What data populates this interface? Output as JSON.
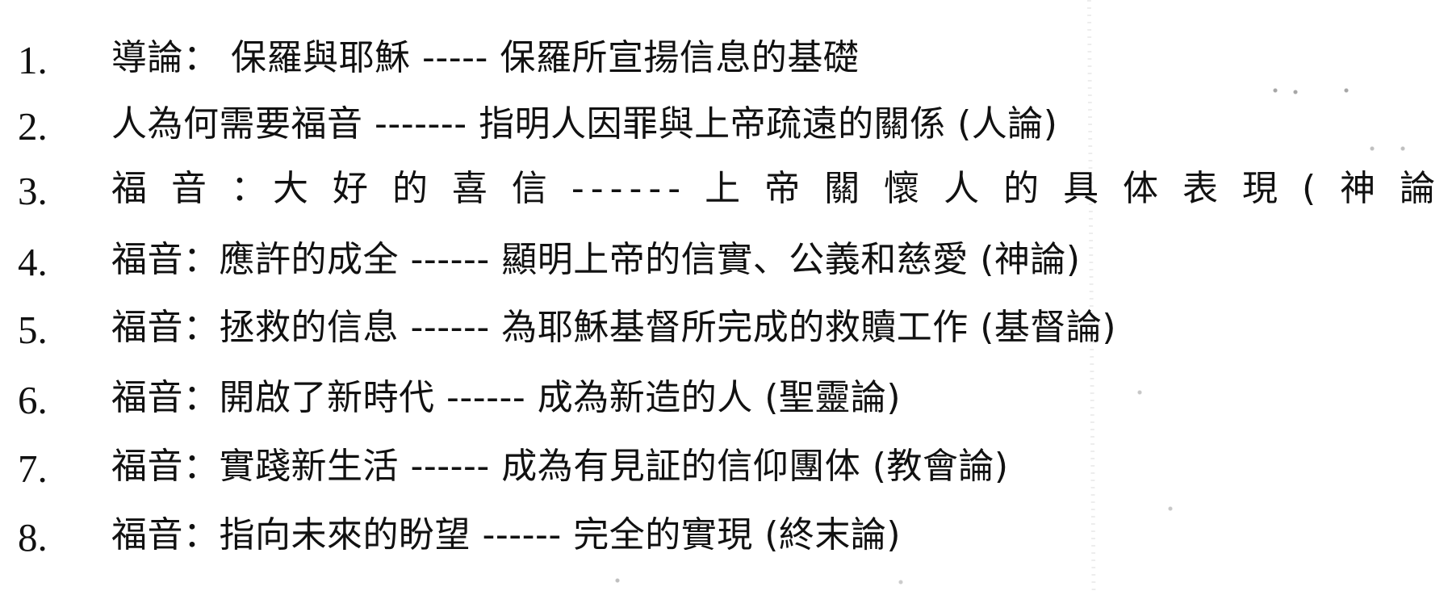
{
  "document": {
    "items": [
      {
        "number": "1.",
        "text": "導論： 保羅與耶穌 -----   保羅所宣揚信息的基礎"
      },
      {
        "number": "2.",
        "text": "人為何需要福音 -------   指明人因罪與上帝疏遠的關係 (人論)"
      },
      {
        "number": "3.",
        "text": "福 音 ：大 好 的 喜 信  ------    上 帝 關 懷 人 的 具 体 表 現  ( 神 論  )"
      },
      {
        "number": "4.",
        "text": "福音：應許的成全 ------  顯明上帝的信實、公義和慈愛 (神論)"
      },
      {
        "number": "5.",
        "text": "福音：拯救的信息  ------  為耶穌基督所完成的救贖工作 (基督論)"
      },
      {
        "number": "6.",
        "text": "福音：開啟了新時代 ------  成為新造的人 (聖靈論)"
      },
      {
        "number": "7.",
        "text": "福音：實踐新生活  ------   成為有見証的信仰團体 (教會論)"
      },
      {
        "number": "8.",
        "text": "福音：指向未來的盼望  ------  完全的實現 (終末論)"
      }
    ]
  }
}
